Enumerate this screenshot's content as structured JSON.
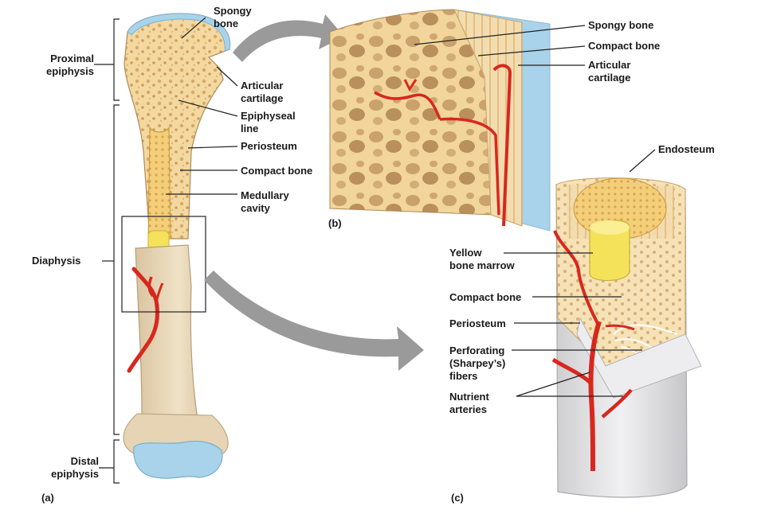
{
  "panels": {
    "a": "(a)",
    "b": "(b)",
    "c": "(c)"
  },
  "labels_a": {
    "spongy_bone_1": "Spongy",
    "spongy_bone_2": "bone",
    "proximal_1": "Proximal",
    "proximal_2": "epiphysis",
    "articular_1": "Articular",
    "articular_2": "cartilage",
    "epiphyseal_1": "Epiphyseal",
    "epiphyseal_2": "line",
    "periosteum": "Periosteum",
    "compact_bone": "Compact bone",
    "medullary_1": "Medullary",
    "medullary_2": "cavity",
    "diaphysis": "Diaphysis",
    "distal_1": "Distal",
    "distal_2": "epiphysis"
  },
  "labels_b": {
    "spongy_bone": "Spongy bone",
    "compact_bone": "Compact bone",
    "articular_1": "Articular",
    "articular_2": "cartilage"
  },
  "labels_c": {
    "endosteum": "Endosteum",
    "yellow_marrow_1": "Yellow",
    "yellow_marrow_2": "bone marrow",
    "compact_bone": "Compact bone",
    "periosteum": "Periosteum",
    "perforating_1": "Perforating",
    "perforating_2": "(Sharpey’s)",
    "perforating_3": "fibers",
    "nutrient_1": "Nutrient",
    "nutrient_2": "arteries"
  },
  "colors": {
    "bone_light": "#f6dfa9",
    "bone_mid": "#eac78a",
    "bone_shaft": "#e8d5b5",
    "cartilage": "#a9d3ea",
    "artery": "#d9271e",
    "marrow": "#f4e25a",
    "arrow": "#9a9a9a",
    "line": "#222222"
  }
}
